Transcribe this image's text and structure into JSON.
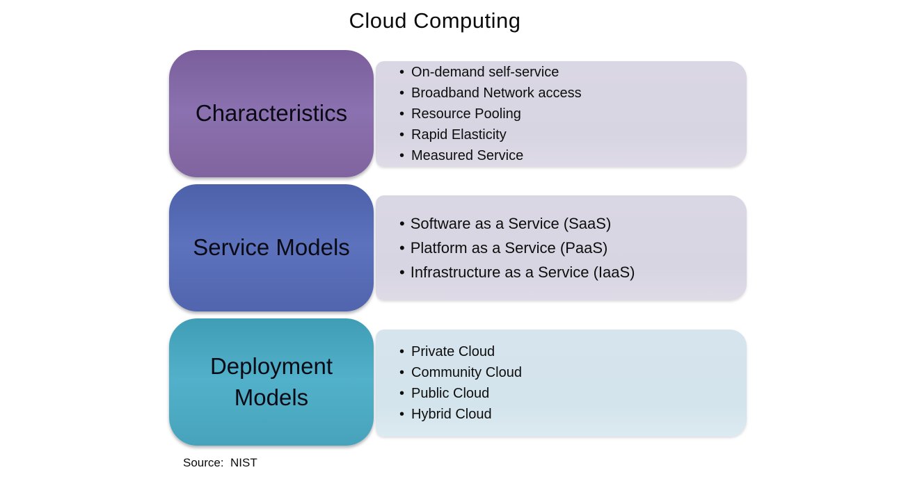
{
  "title": "Cloud Computing",
  "source": "Source:  NIST",
  "colors": {
    "characteristics_box": "#826AA6",
    "service_models_box": "#5569B6",
    "deployment_models_box": "#4BA9C2",
    "lavender_panel": "#D8D5E2",
    "lightblue_panel": "#D4E4EC",
    "text": "#0B0B0B",
    "background": "#FFFFFF"
  },
  "rows": [
    {
      "label": "Characteristics",
      "items": [
        "On-demand self-service",
        "Broadband Network access",
        "Resource Pooling",
        "Rapid Elasticity",
        "Measured Service"
      ]
    },
    {
      "label": "Service Models",
      "items": [
        "Software as a Service (SaaS)",
        "Platform as a Service (PaaS)",
        "Infrastructure as a Service (IaaS)"
      ]
    },
    {
      "label": "Deployment Models",
      "items": [
        "Private Cloud",
        "Community Cloud",
        "Public Cloud",
        "Hybrid Cloud"
      ]
    }
  ]
}
